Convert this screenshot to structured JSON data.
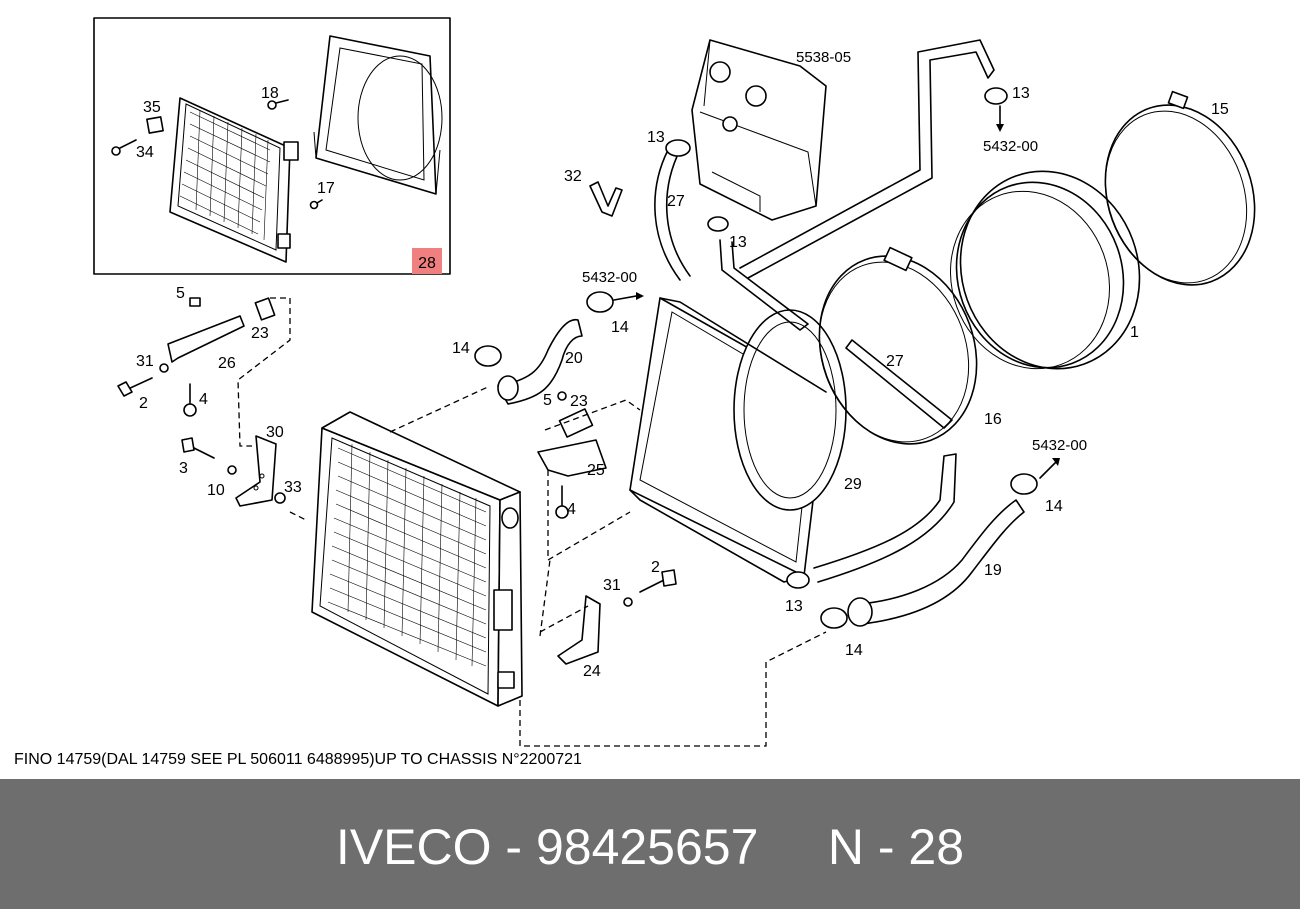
{
  "callouts": {
    "c1": "1",
    "c2a": "2",
    "c2b": "2",
    "c3": "3",
    "c4a": "4",
    "c4b": "4",
    "c5a": "5",
    "c5b": "5",
    "c10": "10",
    "c13a": "13",
    "c13b": "13",
    "c13c": "13",
    "c13d": "13",
    "c14a": "14",
    "c14b": "14",
    "c14c": "14",
    "c14d": "14",
    "c15": "15",
    "c16": "16",
    "c17": "17",
    "c18": "18",
    "c19": "19",
    "c20": "20",
    "c23a": "23",
    "c23b": "23",
    "c24": "24",
    "c25": "25",
    "c26": "26",
    "c27a": "27",
    "c27b": "27",
    "c29": "29",
    "c30": "30",
    "c31a": "31",
    "c31b": "31",
    "c32": "32",
    "c33": "33",
    "c34": "34",
    "c35": "35"
  },
  "refs": {
    "tank": "5538-05",
    "hose_top": "5432-00",
    "hose_mid": "5432-00",
    "hose_right": "5432-00"
  },
  "highlight": {
    "label": "28",
    "color": "#f08080"
  },
  "footer": "FINO 14759(DAL 14759 SEE PL 506011 6488995)UP TO CHASSIS N°2200721",
  "bottom_bar": {
    "brand": "IVECO",
    "separator": " - ",
    "part_number": "98425657",
    "diagram_ref": "N - 28",
    "color": "#6e6e6e"
  }
}
